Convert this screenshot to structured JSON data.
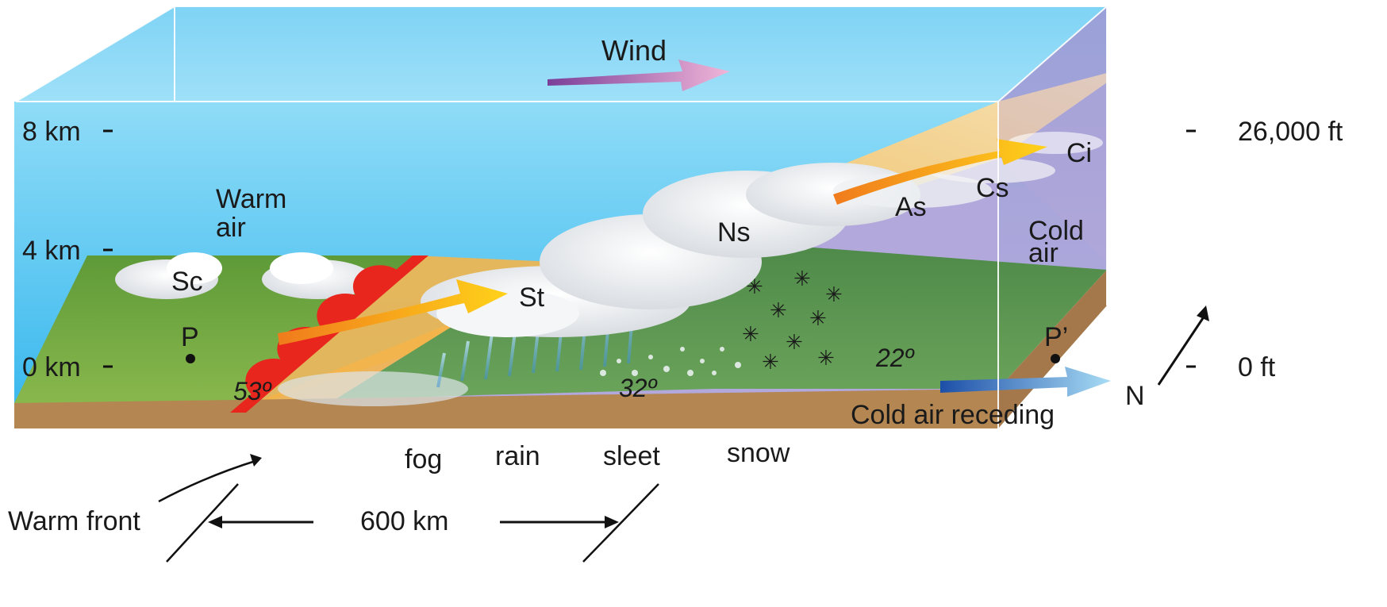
{
  "wind_label": "Wind",
  "altitude_left": {
    "top": "8 km",
    "mid": "4 km",
    "bottom": "0 km"
  },
  "altitude_right": {
    "top": "26,000 ft",
    "bottom": "0 ft"
  },
  "air_masses": {
    "warm": [
      "Warm",
      "air"
    ],
    "cold": [
      "Cold",
      "air"
    ]
  },
  "clouds": {
    "sc": "Sc",
    "st": "St",
    "ns": "Ns",
    "as": "As",
    "cs": "Cs",
    "ci": "Ci"
  },
  "points": {
    "p": "P",
    "p_prime": "P’"
  },
  "temperatures": {
    "t53": "53º",
    "t32": "32º",
    "t22": "22º"
  },
  "precipitation": {
    "fog": "fog",
    "rain": "rain",
    "sleet": "sleet",
    "snow": "snow"
  },
  "cold_air_receding": "Cold air receding",
  "north": "N",
  "warm_front": "Warm front",
  "distance": "600 km",
  "colors": {
    "sky": "#5ec8f2",
    "cold_air": "#a9a3d8",
    "ground_green": "#6fa043",
    "frontal_surface": "#f6c877",
    "front_red": "#e8261d",
    "soil": "#b58a55"
  }
}
